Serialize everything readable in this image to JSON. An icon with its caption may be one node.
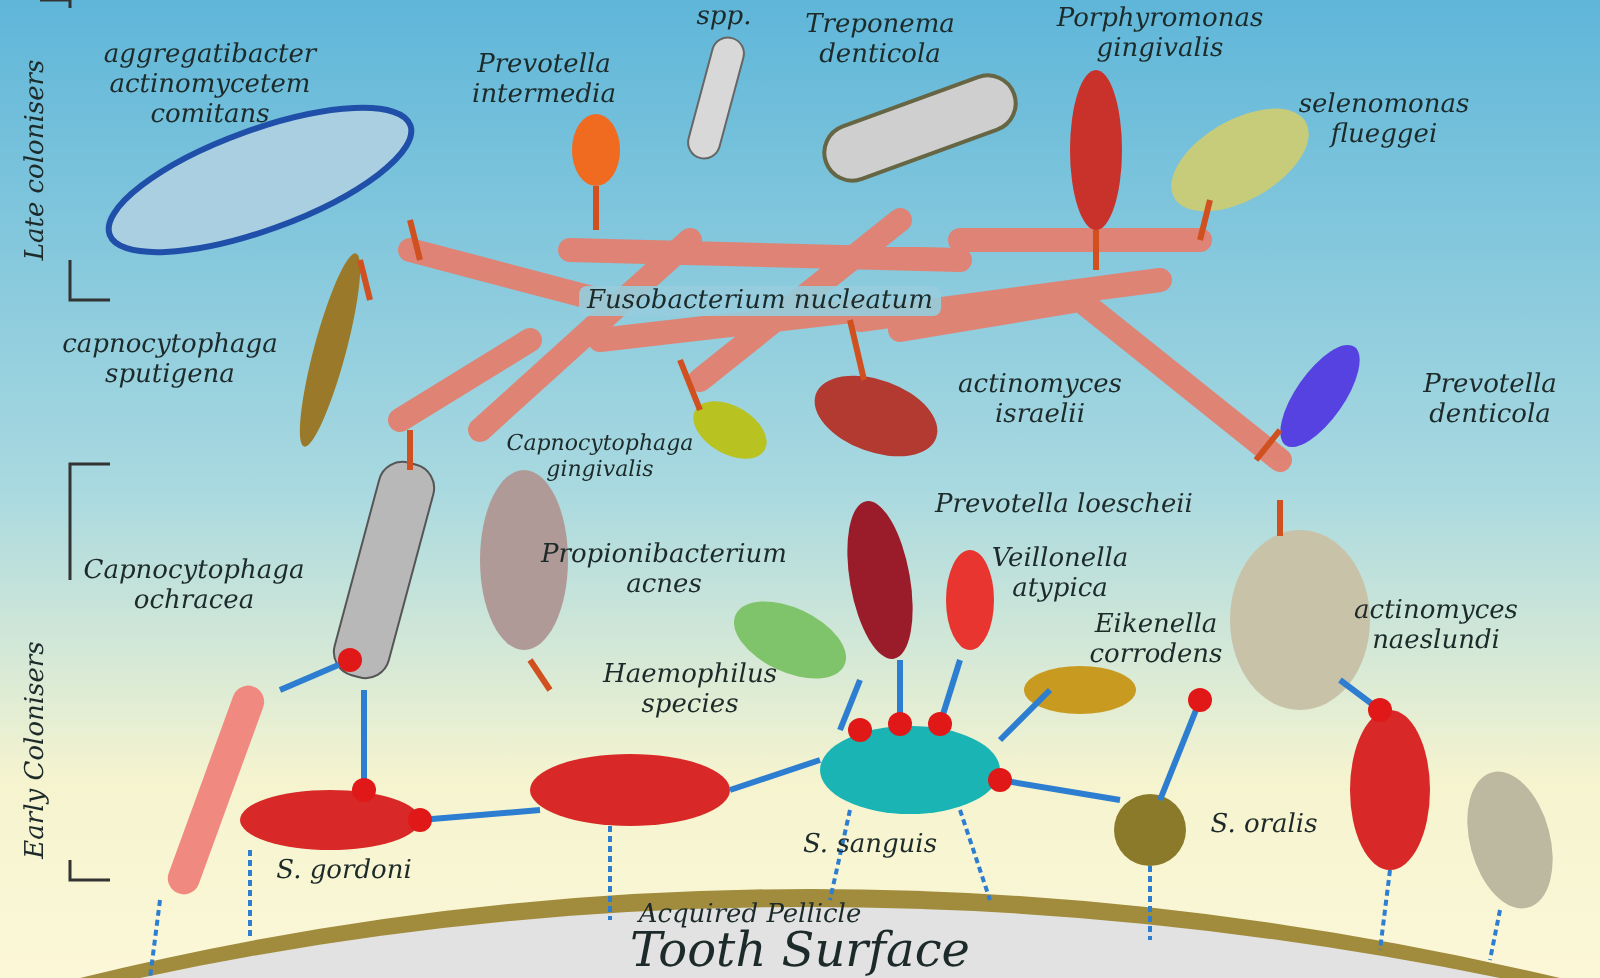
{
  "diagram": {
    "labels": [
      "spp.",
      "Treponema denticola",
      "Porphyromonas gingivalis",
      "aggregatibacter actinomycetem comitans",
      "Prevotella intermedia",
      "selenomonas flueggei",
      "Late colonisers",
      "Fusobacterium nucleatum",
      "capnocytophaga sputigena",
      "actinomyces israelii",
      "Prevotella denticola",
      "Capnocytophaga gingivalis",
      "Prevotella loescheii",
      "Propionibacterium acnes",
      "Capnocytophaga ochracea",
      "Veillonella atypica",
      "actinomyces naeslundi",
      "Eikenella corrodens",
      "Haemophilus species",
      "Early Colonisers",
      "S. oralis",
      "S. sanguis",
      "S. gordoni",
      "Acquired Pellicle",
      "Tooth Surface"
    ]
  }
}
